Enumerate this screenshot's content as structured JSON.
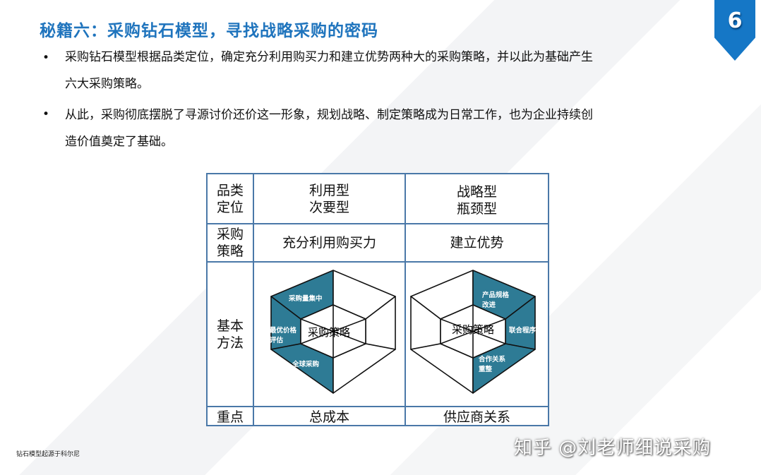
{
  "title": "秘籍六：采购钻石模型，寻找战略采购的密码",
  "badge": "6",
  "bullets": [
    {
      "symbol": "•",
      "line1": "采购钻石模型根据品类定位，确定充分利用购买力和建立优势两种大的采购策略，并以此为基础产生",
      "line2": "六大采购策略。"
    },
    {
      "symbol": "•",
      "line1": "从此，采购彻底摆脱了寻源讨价还价这一形象，规划战略、制定策略成为日常工作，也为企业持续创",
      "line2": "造价值奠定了基础。"
    }
  ],
  "table": {
    "rows": {
      "category": {
        "label": "品类\n定位",
        "left": "利用型\n次要型",
        "right": "战略型\n瓶颈型"
      },
      "strategy": {
        "label": "采购\n策略",
        "left": "充分利用购买力",
        "right": "建立优势"
      },
      "method": {
        "label": "基本\n方法"
      },
      "focus": {
        "label": "重点",
        "left": "总成本",
        "right": "供应商关系"
      }
    },
    "left_hex": {
      "center": "采购策略",
      "segments": [
        "采购量集中",
        "最优价格\n评估",
        "全球采购"
      ]
    },
    "right_hex": {
      "center": "采购策略",
      "segments": [
        "产品规格\n改进",
        "联合程序",
        "合作关系\n重整"
      ]
    },
    "hex_fill": "#2e7b95"
  },
  "footnote": "钻石模型起源于科尔尼",
  "watermark": "知乎 @刘老师细说采购"
}
